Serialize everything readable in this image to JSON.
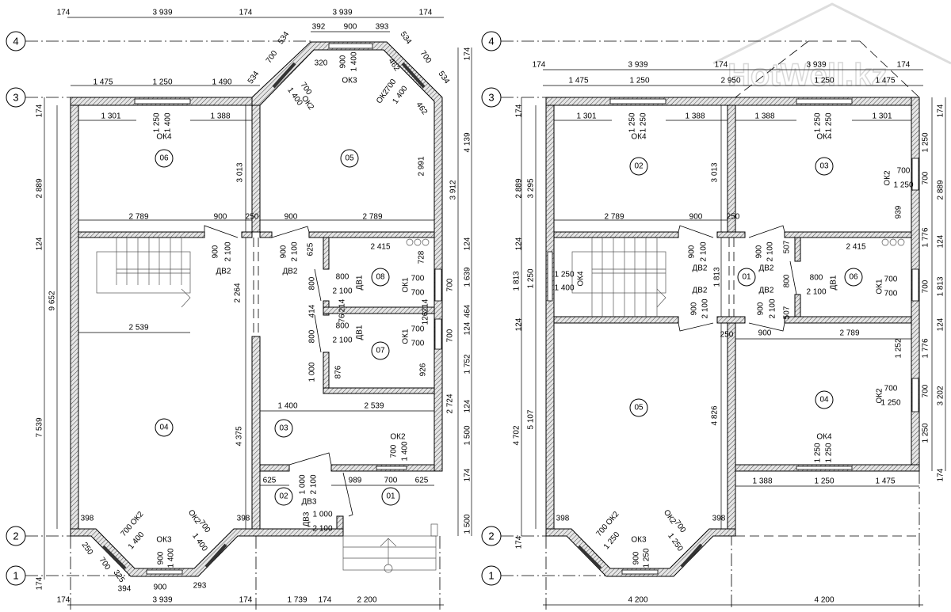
{
  "watermark": "HotWell.kz",
  "axes": {
    "labels": [
      "4",
      "3",
      "2",
      "1"
    ]
  },
  "left_plan": {
    "rooms": [
      "06",
      "05",
      "08",
      "07",
      "04",
      "03",
      "02",
      "01"
    ],
    "dimension_labels": [
      "174",
      "3 939",
      "174",
      "3 939",
      "174",
      "392",
      "900",
      "393",
      "534",
      "700",
      "534",
      "534",
      "700",
      "534",
      "1 475",
      "1 250",
      "1 490",
      "320",
      "900",
      "1 400",
      "ОК3",
      "700",
      "1 400",
      "ОК2",
      "ОК2",
      "700",
      "1 400",
      "462",
      "462",
      "1 301",
      "1 250",
      "1 400",
      "ОК4",
      "1 388",
      "3 013",
      "2 991",
      "174",
      "2 889",
      "3 912",
      "4 139",
      "174",
      "2 789",
      "900",
      "250",
      "900",
      "2 789",
      "900",
      "2 100",
      "ДВ2",
      "900",
      "2 100",
      "ДВ2",
      "625",
      "2 415",
      "728",
      "124",
      "124",
      "800",
      "2 100",
      "ДВ1",
      "800",
      "ОК1",
      "700",
      "700",
      "700",
      "1 639",
      "2 264",
      "414",
      "214",
      "214",
      "76",
      "126",
      "464",
      "124",
      "800",
      "2 100",
      "ДВ1",
      "800",
      "ОК1",
      "700",
      "700",
      "700",
      "1 752",
      "2 539",
      "9 652",
      "1 000",
      "876",
      "926",
      "1 400",
      "2 539",
      "2 724",
      "124",
      "7 539",
      "4 375",
      "ОК2",
      "700",
      "1 400",
      "1 500",
      "625",
      "1 000",
      "2 100",
      "ДВ3",
      "989",
      "700",
      "625",
      "174",
      "1 500",
      "ДВ3",
      "1 000",
      "2 100",
      "398",
      "398",
      "700",
      "ОК2",
      "1 400",
      "250",
      "700",
      "325",
      "ОК3",
      "900",
      "1 400",
      "ОК2",
      "700",
      "1 400",
      "394",
      "900",
      "293",
      "174",
      "174",
      "3 939",
      "174",
      "1 739",
      "174",
      "2 200"
    ]
  },
  "right_plan": {
    "rooms": [
      "02",
      "03",
      "01",
      "06",
      "05",
      "04"
    ],
    "dimension_labels": [
      "174",
      "3 939",
      "174",
      "3 939",
      "174",
      "1 475",
      "1 250",
      "2 950",
      "1 250",
      "1 475",
      "1 301",
      "1 250",
      "1 250",
      "ОК4",
      "1 388",
      "1 388",
      "1 250",
      "1 250",
      "ОК4",
      "1 301",
      "174",
      "2 889",
      "3 295",
      "3 013",
      "174",
      "1 250",
      "700",
      "2 889",
      "ОК2",
      "700",
      "1 250",
      "939",
      "1 776",
      "2 789",
      "900",
      "250",
      "124",
      "124",
      "900",
      "2 100",
      "ДВ2",
      "900",
      "2 100",
      "ДВ2",
      "507",
      "2 415",
      "1 250",
      "1 400",
      "ОК4",
      "1 813",
      "1 250",
      "1 813",
      "800",
      "800",
      "2 100",
      "ДВ1",
      "ОК1",
      "700",
      "700",
      "700",
      "1 813",
      "ДВ2",
      "900",
      "2 100",
      "ДВ2",
      "900",
      "2 100",
      "507",
      "124",
      "124",
      "250",
      "900",
      "2 789",
      "1 776",
      "1 252",
      "ОК2",
      "700",
      "1 250",
      "700",
      "3 202",
      "4 702",
      "5 107",
      "4 826",
      "ОК4",
      "1 250",
      "1 250",
      "1 250",
      "174",
      "1 388",
      "1 250",
      "1 475",
      "398",
      "398",
      "700",
      "ОК2",
      "1 250",
      "ОК3",
      "900",
      "1 250",
      "ОК2",
      "700",
      "1 250",
      "174",
      "4 200",
      "4 200"
    ]
  }
}
